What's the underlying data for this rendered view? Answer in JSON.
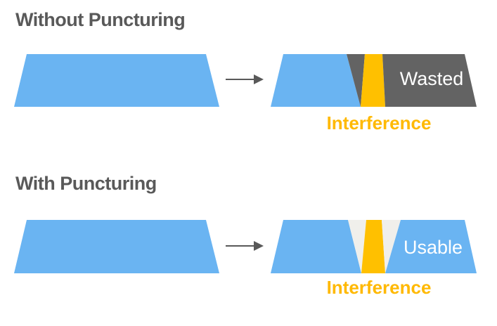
{
  "page": {
    "background": "#ffffff"
  },
  "colors": {
    "spectrum_blue": "#6ab4f2",
    "wasted_gray": "#636363",
    "interference_yellow": "#ffc000",
    "punctured_gray": "#f0efeb",
    "title_text": "#595959",
    "interference_label_text": "#ffb903",
    "region_label_text": "#ffffff",
    "arrow": "#595959"
  },
  "rows": [
    {
      "title": "Without Puncturing",
      "region_label": "Wasted",
      "interference_label": "Interference"
    },
    {
      "title": "With Puncturing",
      "region_label": "Usable",
      "interference_label": "Interference"
    }
  ]
}
